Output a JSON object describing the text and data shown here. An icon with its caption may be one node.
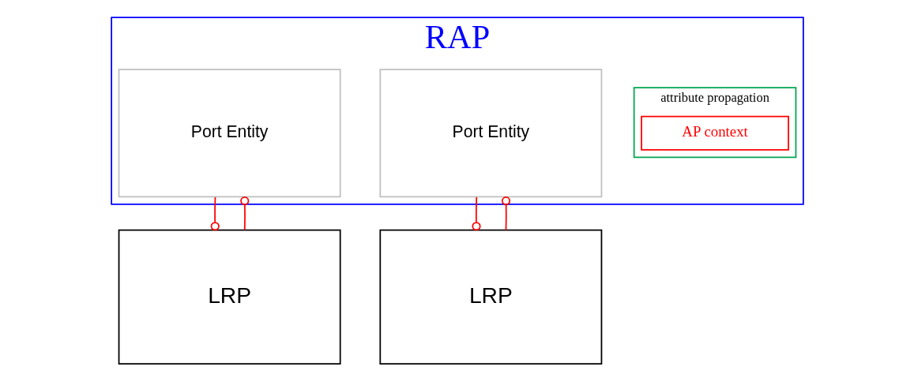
{
  "diagram": {
    "nodes": [
      {
        "text": [
          "RAP"
        ]
      },
      {
        "text": [
          "Port Entity"
        ],
        "in": 0
      },
      {
        "text": [
          "attribute propagation"
        ],
        "in": 0
      },
      {
        "text": [
          "AP context"
        ],
        "in": 2
      },
      {
        "text": [
          "Port Entity"
        ],
        "in": 0
      },
      {
        "text": [
          "LRP"
        ]
      },
      {
        "text": [
          "LRP"
        ]
      }
    ],
    "edges": [
      {
        "from": 1,
        "to": 5,
        "arrow": "other"
      },
      {
        "from": 5,
        "to": 1,
        "arrow": "other"
      },
      {
        "from": 4,
        "to": 6,
        "arrow": "other"
      },
      {
        "from": 6,
        "to": 4,
        "arrow": "other"
      }
    ]
  }
}
